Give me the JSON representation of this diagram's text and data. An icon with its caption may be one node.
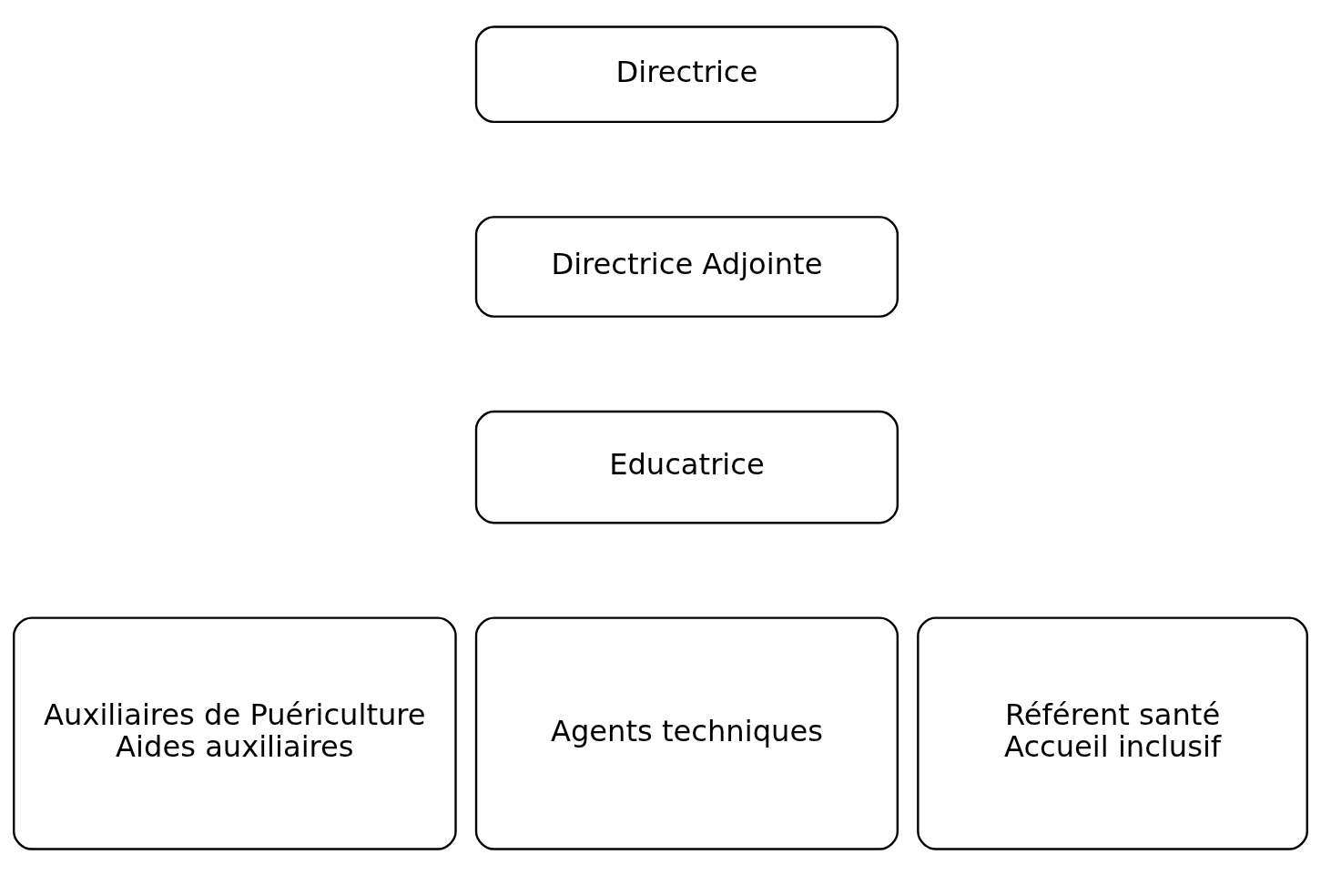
{
  "diagram": {
    "nodes": [
      {
        "text": [
          "Directrice"
        ]
      },
      {
        "text": [
          "Directrice Adjointe"
        ]
      },
      {
        "text": [
          "Educatrice"
        ]
      },
      {
        "text": [
          "Auxiliaires de Puériculture",
          "Aides auxiliaires"
        ]
      },
      {
        "text": [
          "Agents techniques"
        ]
      },
      {
        "text": [
          "Référent santé",
          "Accueil inclusif"
        ]
      }
    ]
  }
}
